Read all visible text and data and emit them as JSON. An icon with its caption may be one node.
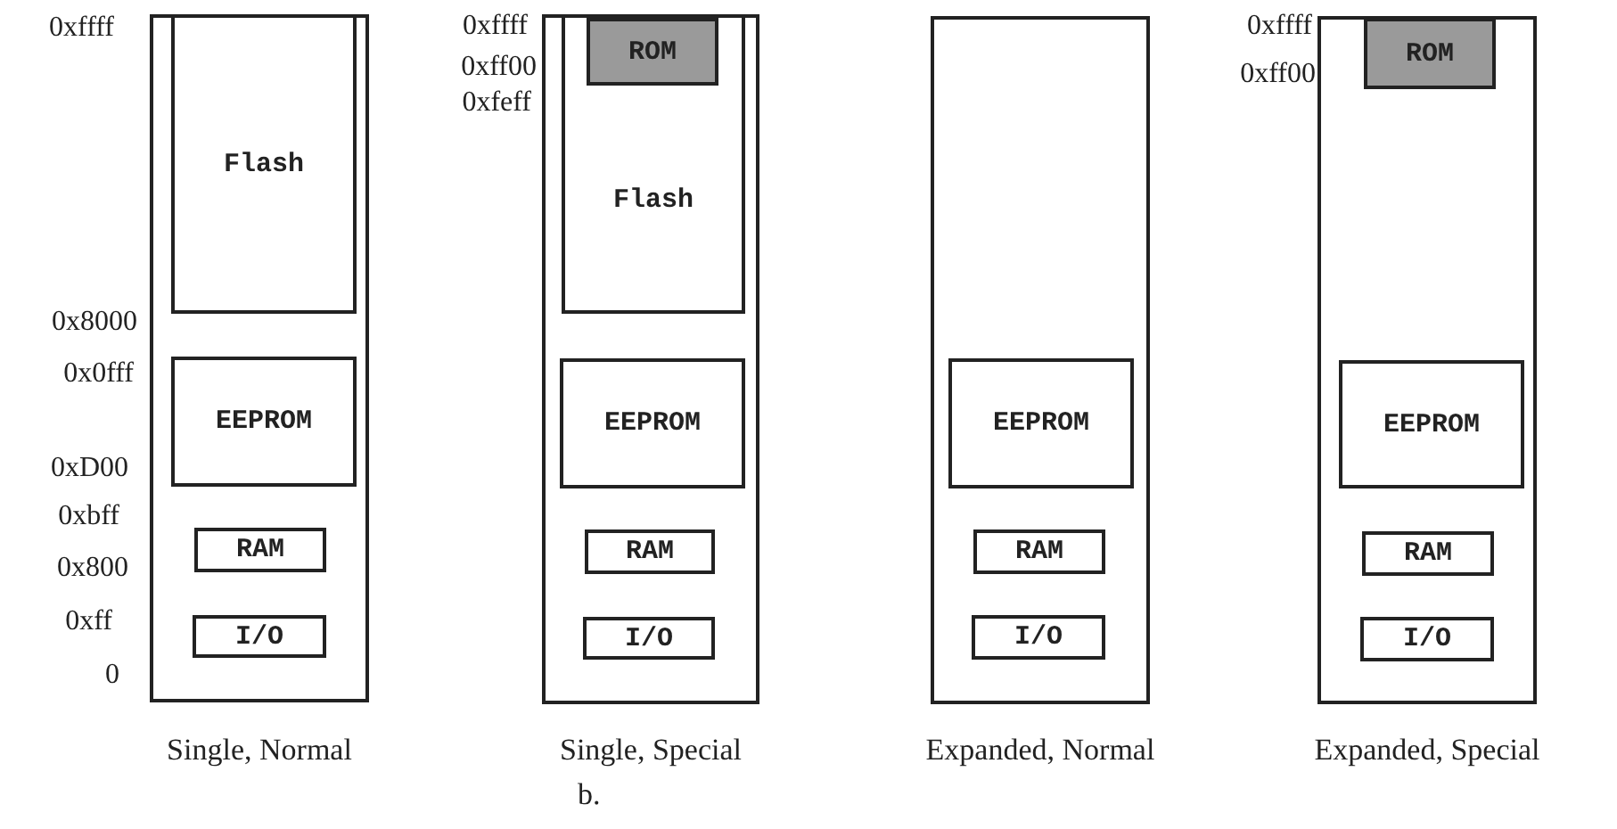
{
  "diagram": {
    "caption": "b.",
    "nodes": [
      {
        "text": [],
        "shape": "box",
        "beside": [
          "Single, Normal"
        ]
      },
      {
        "text": [
          "Flash"
        ],
        "in": 0
      },
      {
        "text": [
          "EEPROM"
        ],
        "in": 0
      },
      {
        "text": [
          "RAM"
        ],
        "in": 0
      },
      {
        "text": [
          "I/O"
        ],
        "in": 0
      },
      {
        "text": [],
        "shape": "box",
        "beside": [
          "Single, Special"
        ]
      },
      {
        "text": [
          "Flash"
        ],
        "in": 5
      },
      {
        "text": [
          "ROM"
        ],
        "in": 6
      },
      {
        "text": [
          "EEPROM"
        ],
        "in": 5
      },
      {
        "text": [
          "RAM"
        ],
        "in": 5
      },
      {
        "text": [
          "I/O"
        ],
        "in": 5
      },
      {
        "text": [],
        "shape": "box",
        "beside": [
          "Expanded, Normal"
        ]
      },
      {
        "text": [
          "EEPROM"
        ],
        "in": 11
      },
      {
        "text": [
          "RAM"
        ],
        "in": 11
      },
      {
        "text": [
          "I/O"
        ],
        "in": 11
      },
      {
        "text": [],
        "shape": "box",
        "beside": [
          "Expanded, Special"
        ]
      },
      {
        "text": [
          "ROM"
        ],
        "in": 15
      },
      {
        "text": [
          "EEPROM"
        ],
        "in": 15
      },
      {
        "text": [
          "RAM"
        ],
        "in": 15
      },
      {
        "text": [
          "I/O"
        ],
        "in": 15
      }
    ],
    "labels": [
      "0xffff",
      "0x8000",
      "0x0fff",
      "0xD00",
      "0xbff",
      "0x800",
      "0xff",
      "0",
      "0xffff",
      "0xff00",
      "0xfeff",
      "0xffff",
      "0xff00"
    ]
  }
}
